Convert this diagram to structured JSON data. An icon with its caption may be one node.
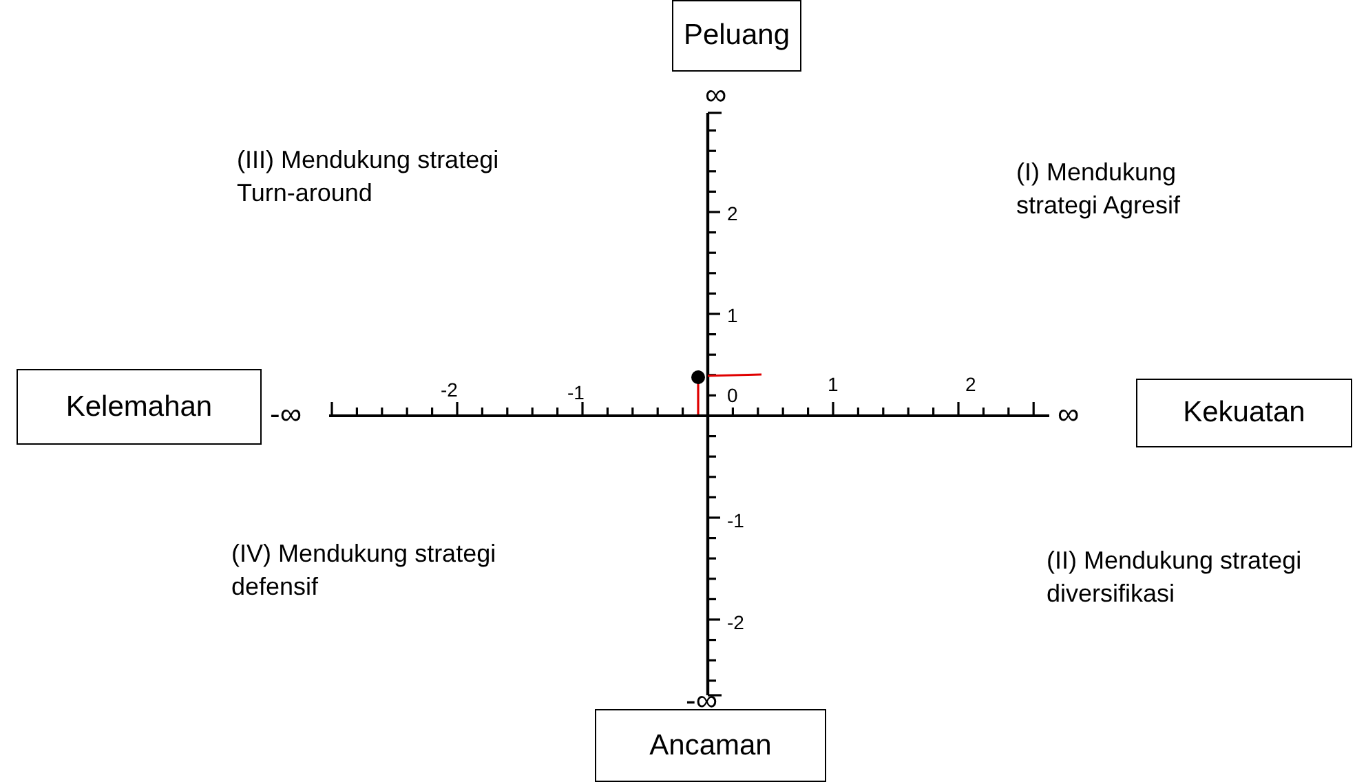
{
  "diagram": {
    "nodes": [
      {
        "text": [
          "Peluang"
        ]
      },
      {
        "text": [
          "Kelemahan"
        ]
      },
      {
        "text": [
          "Kekuatan"
        ]
      },
      {
        "text": [
          "Ancaman"
        ]
      }
    ],
    "labels": [
      "∞",
      "(III) Mendukung strategi Turn-around",
      "(I) Mendukung strategi Agresif",
      "2",
      "1",
      "-2",
      "-1",
      "0",
      "1",
      "2",
      "-∞",
      "∞",
      "(IV) Mendukung strategi defensif",
      "-1",
      "(II) Mendukung strategi diversifikasi",
      "-2",
      "-∞"
    ]
  }
}
